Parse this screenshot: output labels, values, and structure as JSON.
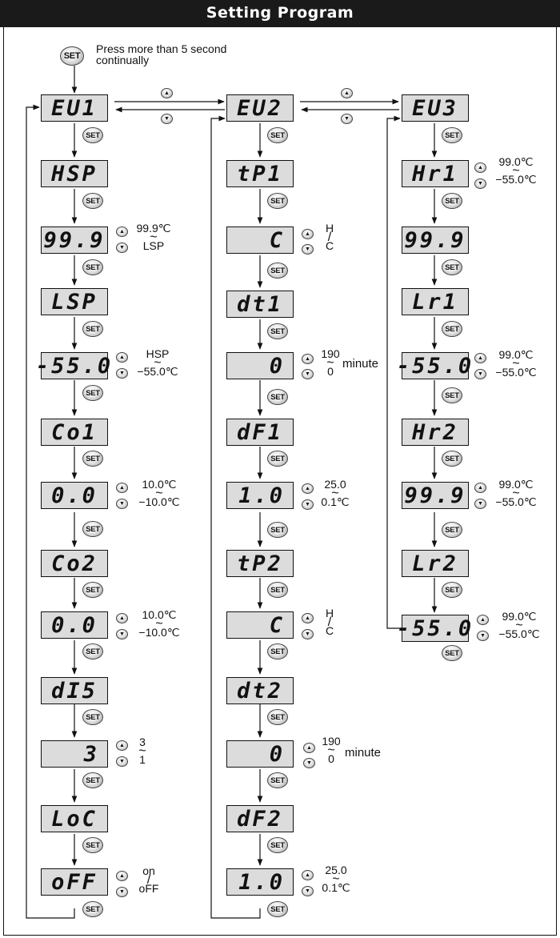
{
  "header": {
    "title": "Setting Program"
  },
  "start": {
    "button": "SET",
    "note_line1": "Press more than 5 second",
    "note_line2": "continually"
  },
  "buttons": {
    "set": "SET",
    "up": "▲",
    "down": "▼"
  },
  "col1": {
    "ev1": "EU1",
    "hsp": "HSP",
    "hsp_val": "99.9",
    "lsp": "LSP",
    "lsp_val": "-55.0",
    "co1": "Co1",
    "co1_val": "0.0",
    "co2": "Co2",
    "co2_val": "0.0",
    "dis": "dI5",
    "dis_val": "3",
    "loc": "LoC",
    "loc_val": "oFF",
    "r_hsp": {
      "top": "99.9℃",
      "tilde": "~",
      "bottom": "LSP"
    },
    "r_lsp": {
      "top": "HSP",
      "tilde": "~",
      "bottom": "−55.0℃"
    },
    "r_co1": {
      "top": "10.0℃",
      "tilde": "~",
      "bottom": "−10.0℃"
    },
    "r_co2": {
      "top": "10.0℃",
      "tilde": "~",
      "bottom": "−10.0℃"
    },
    "r_dis": {
      "top": "3",
      "tilde": "~",
      "bottom": "1"
    },
    "r_loc": {
      "top": "on",
      "tilde": "/",
      "bottom": "oFF"
    }
  },
  "col2": {
    "ev2": "EU2",
    "tp1": "tP1",
    "tp1_val": "C",
    "dt1": "dt1",
    "dt1_val": "0",
    "df1": "dF1",
    "df1_val": "1.0",
    "tp2": "tP2",
    "tp2_val": "C",
    "dt2": "dt2",
    "dt2_val": "0",
    "df2": "dF2",
    "df2_val": "1.0",
    "r_tp1": {
      "top": "H",
      "tilde": "/",
      "bottom": "C"
    },
    "r_dt1": {
      "top": "190",
      "tilde": "~",
      "bottom": "0",
      "side": "minute"
    },
    "r_df1": {
      "top": "25.0",
      "tilde": "~",
      "bottom": "0.1℃"
    },
    "r_tp2": {
      "top": "H",
      "tilde": "/",
      "bottom": "C"
    },
    "r_dt2": {
      "top": "190",
      "tilde": "~",
      "bottom": "0",
      "side": "minute"
    },
    "r_df2": {
      "top": "25.0",
      "tilde": "~",
      "bottom": "0.1℃"
    }
  },
  "col3": {
    "ev3": "EU3",
    "hr1": "Hr1",
    "hr1_val": "99.9",
    "lr1": "Lr1",
    "lr1_val": "-55.0",
    "hr2": "Hr2",
    "hr2_val": "99.9",
    "lr2": "Lr2",
    "lr2_val": "-55.0",
    "r_hr1": {
      "top": "99.0℃",
      "tilde": "~",
      "bottom": "−55.0℃"
    },
    "r_lr1": {
      "top": "99.0℃",
      "tilde": "~",
      "bottom": "−55.0℃"
    },
    "r_hr2": {
      "top": "99.0℃",
      "tilde": "~",
      "bottom": "−55.0℃"
    },
    "r_lr2": {
      "top": "99.0℃",
      "tilde": "~",
      "bottom": "−55.0℃"
    }
  }
}
